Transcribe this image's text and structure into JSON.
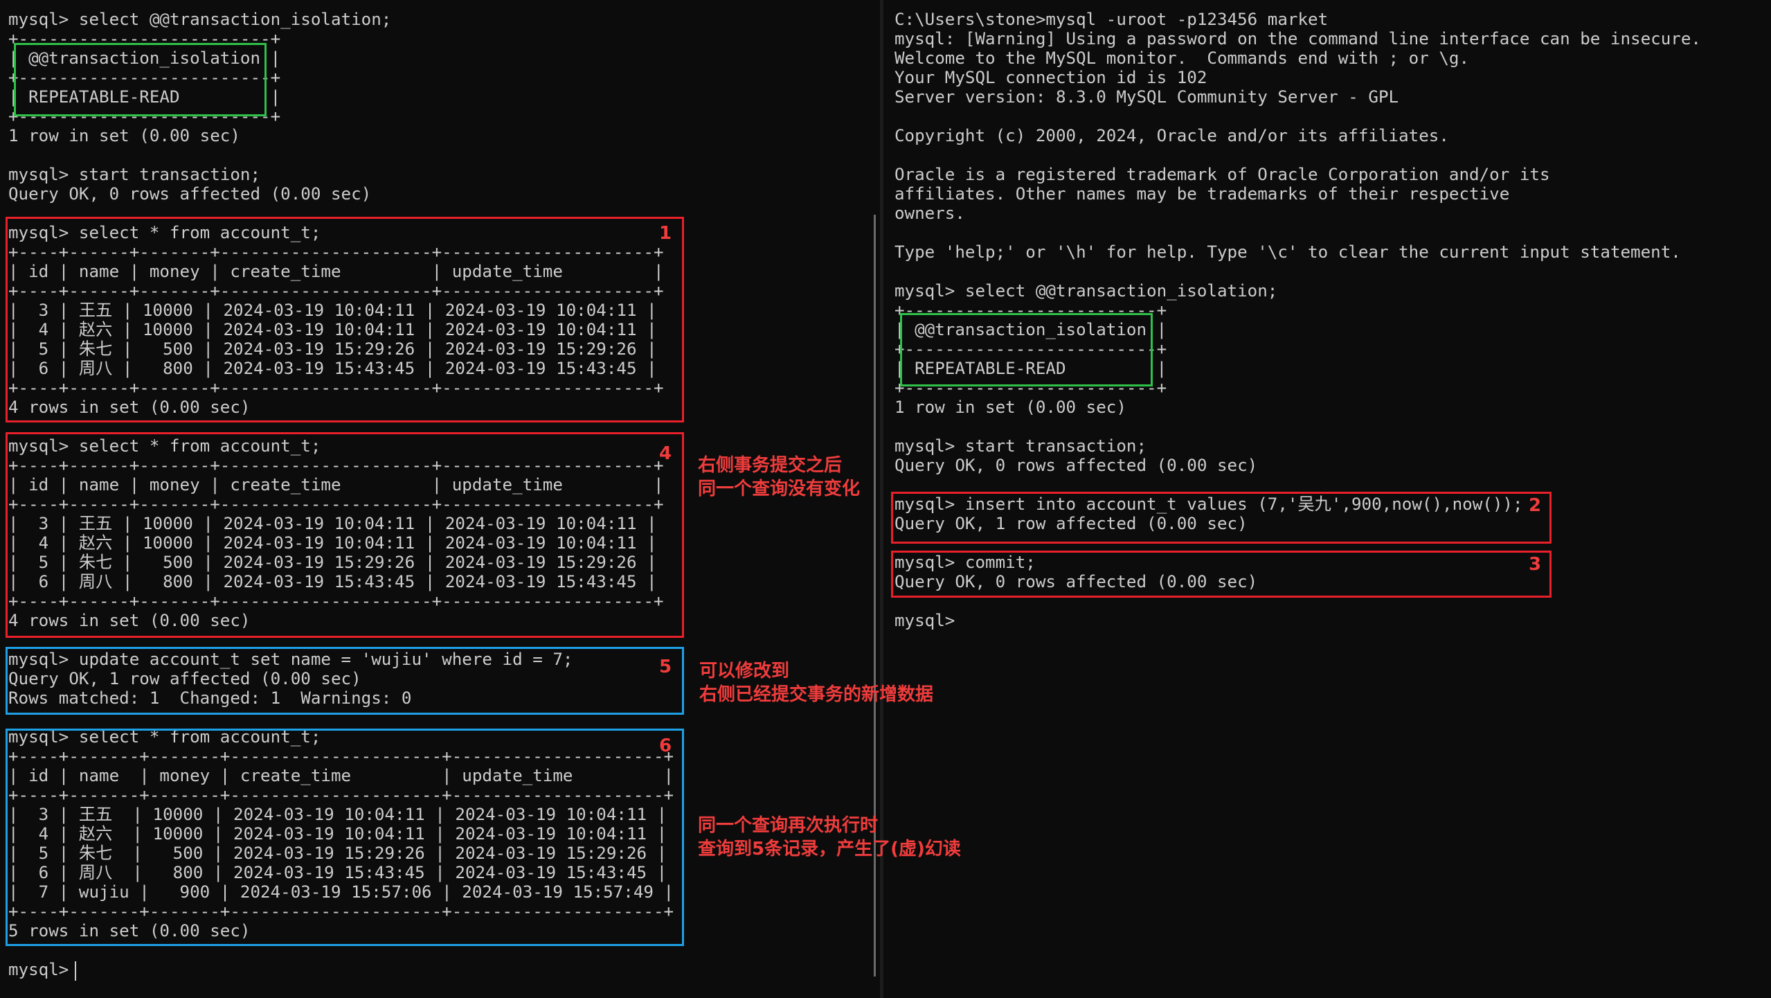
{
  "left_terminal": {
    "lines": [
      "mysql> select @@transaction_isolation;",
      "+-------------------------+",
      "| @@transaction_isolation |",
      "+-------------------------+",
      "| REPEATABLE-READ         |",
      "+-------------------------+",
      "1 row in set (0.00 sec)",
      "",
      "mysql> start transaction;",
      "Query OK, 0 rows affected (0.00 sec)",
      "",
      "mysql> select * from account_t;",
      "+----+------+-------+---------------------+---------------------+",
      "| id | name | money | create_time         | update_time         |",
      "+----+------+-------+---------------------+---------------------+",
      "|  3 | 王五 | 10000 | 2024-03-19 10:04:11 | 2024-03-19 10:04:11 |",
      "|  4 | 赵六 | 10000 | 2024-03-19 10:04:11 | 2024-03-19 10:04:11 |",
      "|  5 | 朱七 |   500 | 2024-03-19 15:29:26 | 2024-03-19 15:29:26 |",
      "|  6 | 周八 |   800 | 2024-03-19 15:43:45 | 2024-03-19 15:43:45 |",
      "+----+------+-------+---------------------+---------------------+",
      "4 rows in set (0.00 sec)",
      "",
      "mysql> select * from account_t;",
      "+----+------+-------+---------------------+---------------------+",
      "| id | name | money | create_time         | update_time         |",
      "+----+------+-------+---------------------+---------------------+",
      "|  3 | 王五 | 10000 | 2024-03-19 10:04:11 | 2024-03-19 10:04:11 |",
      "|  4 | 赵六 | 10000 | 2024-03-19 10:04:11 | 2024-03-19 10:04:11 |",
      "|  5 | 朱七 |   500 | 2024-03-19 15:29:26 | 2024-03-19 15:29:26 |",
      "|  6 | 周八 |   800 | 2024-03-19 15:43:45 | 2024-03-19 15:43:45 |",
      "+----+------+-------+---------------------+---------------------+",
      "4 rows in set (0.00 sec)",
      "",
      "mysql> update account_t set name = 'wujiu' where id = 7;",
      "Query OK, 1 row affected (0.00 sec)",
      "Rows matched: 1  Changed: 1  Warnings: 0",
      "",
      "mysql> select * from account_t;",
      "+----+-------+-------+---------------------+---------------------+",
      "| id | name  | money | create_time         | update_time         |",
      "+----+-------+-------+---------------------+---------------------+",
      "|  3 | 王五  | 10000 | 2024-03-19 10:04:11 | 2024-03-19 10:04:11 |",
      "|  4 | 赵六  | 10000 | 2024-03-19 10:04:11 | 2024-03-19 10:04:11 |",
      "|  5 | 朱七  |   500 | 2024-03-19 15:29:26 | 2024-03-19 15:29:26 |",
      "|  6 | 周八  |   800 | 2024-03-19 15:43:45 | 2024-03-19 15:43:45 |",
      "|  7 | wujiu |   900 | 2024-03-19 15:57:06 | 2024-03-19 15:57:49 |",
      "+----+-------+-------+---------------------+---------------------+",
      "5 rows in set (0.00 sec)",
      "",
      "mysql> "
    ]
  },
  "right_terminal": {
    "lines": [
      "C:\\Users\\stone>mysql -uroot -p123456 market",
      "mysql: [Warning] Using a password on the command line interface can be insecure.",
      "Welcome to the MySQL monitor.  Commands end with ; or \\g.",
      "Your MySQL connection id is 102",
      "Server version: 8.3.0 MySQL Community Server - GPL",
      "",
      "Copyright (c) 2000, 2024, Oracle and/or its affiliates.",
      "",
      "Oracle is a registered trademark of Oracle Corporation and/or its",
      "affiliates. Other names may be trademarks of their respective",
      "owners.",
      "",
      "Type 'help;' or '\\h' for help. Type '\\c' to clear the current input statement.",
      "",
      "mysql> select @@transaction_isolation;",
      "+-------------------------+",
      "| @@transaction_isolation |",
      "+-------------------------+",
      "| REPEATABLE-READ         |",
      "+-------------------------+",
      "1 row in set (0.00 sec)",
      "",
      "mysql> start transaction;",
      "Query OK, 0 rows affected (0.00 sec)",
      "",
      "mysql> insert into account_t values (7,'吴九',900,now(),now());",
      "Query OK, 1 row affected (0.00 sec)",
      "",
      "mysql> commit;",
      "Query OK, 0 rows affected (0.00 sec)",
      "",
      "mysql> "
    ]
  },
  "step_labels": [
    "1",
    "2",
    "3",
    "4",
    "5",
    "6"
  ],
  "notes": {
    "note_4": "右侧事务提交之后\n同一个查询没有变化",
    "note_5": "可以修改到\n右侧已经提交事务的新增数据",
    "note_6": "同一个查询再次执行时\n查询到5条记录，产生了(虚)幻读"
  },
  "colors": {
    "background": "#0c0c0c",
    "text": "#cccccc",
    "annotation_red": "#e8202a",
    "annotation_blue": "#1ea0e6",
    "annotation_green": "#2fc14a"
  }
}
